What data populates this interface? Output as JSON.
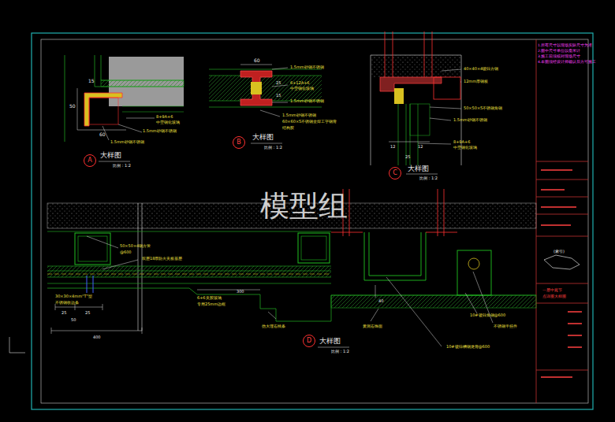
{
  "diagram": {
    "nodes": [
      {
        "text": [
          "A"
        ]
      },
      {
        "text": [
          "B"
        ]
      },
      {
        "text": [
          "C"
        ]
      },
      {
        "text": [
          "D"
        ]
      }
    ],
    "labels": [
      "模型组",
      "15",
      "50",
      "60",
      "8+9A+6",
      "中空钢化玻璃",
      "1.5mm砂钢不锈钢",
      "1.5mm砂钢不锈钢",
      "大样图",
      "比例：1:2",
      "60",
      "1.5mm砂钢不锈钢",
      "6+12A+6",
      "中空钢化玻璃",
      "25",
      "15",
      "1.5mm砂钢不锈钢",
      "1.5mm砂钢不锈钢",
      "60×60×5不锈钢全焊工字钢骨",
      "结构胶",
      "大样图",
      "比例：1:2",
      "40×40×4镀锌方钢",
      "12mm厚钢板",
      "50×50×5不锈钢角钢",
      "1.5mm砂钢不锈钢",
      "12",
      "12",
      "25",
      "8+9A+6",
      "中空钢化玻璃",
      "大样图",
      "比例：1:2",
      "50×50×4钢方管",
      "@600",
      "双层18厚防火夹板基层",
      "30×30×4mm“T”型",
      "不锈钢收边条",
      "6+6夹胶玻璃",
      "专用25mm边框",
      "25",
      "25",
      "50",
      "400",
      "300",
      "40",
      "仿大理石线条",
      "黄洞石饰面",
      "10#镀锌角钢@600",
      "不锈钢干挂件",
      "10#镀锌槽钢龙骨@600",
      "大样图",
      "比例：1:2",
      "1.所有尺寸以现场实际尺寸为准",
      "2.图中尺寸单位以毫米计",
      "3.施工前须核对现场尺寸",
      "4.本图须经设计师确认后方可施工",
      "(索引)",
      "一层中庭节",
      "点详图大样图"
    ]
  }
}
